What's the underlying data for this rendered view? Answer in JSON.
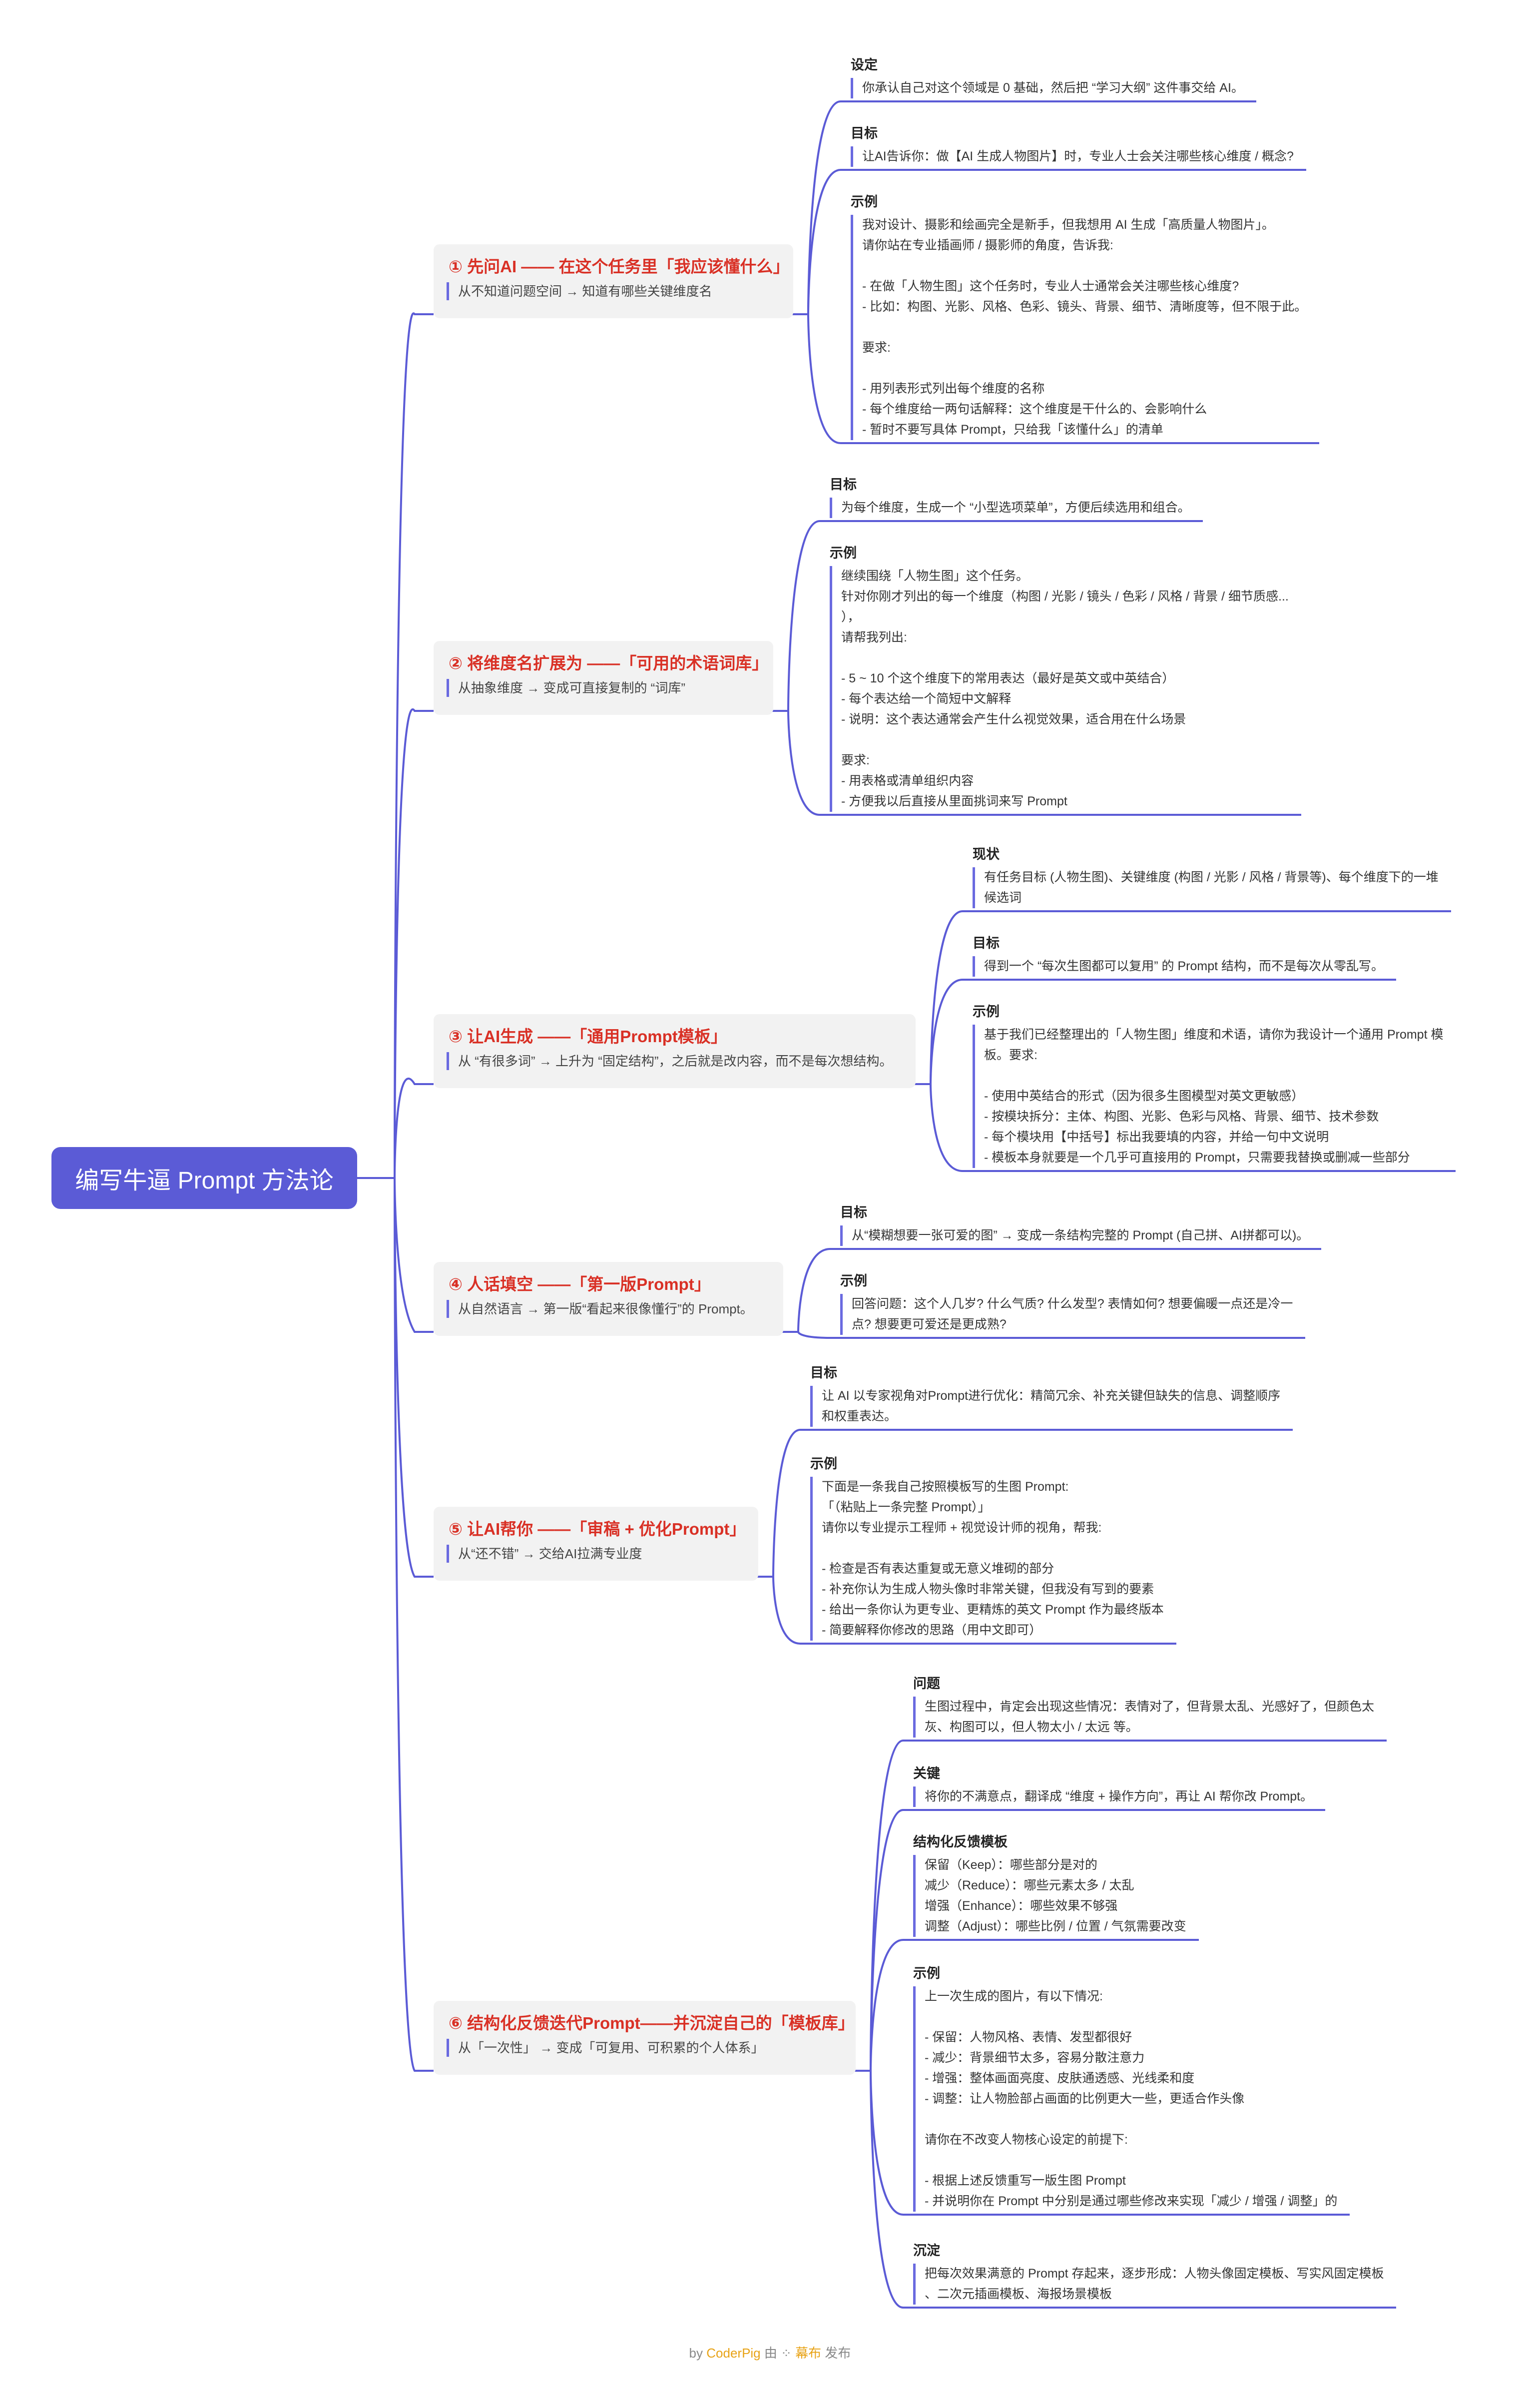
{
  "root": {
    "title": "编写牛逼 Prompt 方法论"
  },
  "branches": [
    {
      "title": "① 先问AI —— 在这个任务里「我应该懂什么」",
      "subtitle": "从不知道问题空间 → 知道有哪些关键维度名",
      "sections": [
        {
          "label": "设定",
          "lines": [
            "你承认自己对这个领域是 0 基础，然后把 “学习大纲” 这件事交给 AI。"
          ]
        },
        {
          "label": "目标",
          "lines": [
            "让AI告诉你：做【AI 生成人物图片】时，专业人士会关注哪些核心维度 / 概念?"
          ]
        },
        {
          "label": "示例",
          "lines": [
            "我对设计、摄影和绘画完全是新手，但我想用 AI 生成「高质量人物图片」。",
            "请你站在专业插画师 / 摄影师的角度，告诉我:",
            "",
            "- 在做「人物生图」这个任务时，专业人士通常会关注哪些核心维度?",
            "- 比如：构图、光影、风格、色彩、镜头、背景、细节、清晰度等，但不限于此。",
            "",
            "要求:",
            "",
            "- 用列表形式列出每个维度的名称",
            "- 每个维度给一两句话解释：这个维度是干什么的、会影响什么",
            "- 暂时不要写具体 Prompt，只给我「该懂什么」的清单"
          ]
        }
      ]
    },
    {
      "title": "② 将维度名扩展为 ——「可用的术语词库」",
      "subtitle": "从抽象维度 → 变成可直接复制的 “词库”",
      "sections": [
        {
          "label": "目标",
          "lines": [
            "为每个维度，生成一个 “小型选项菜单”，方便后续选用和组合。"
          ]
        },
        {
          "label": "示例",
          "lines": [
            "继续围绕「人物生图」这个任务。",
            "针对你刚才列出的每一个维度（构图 / 光影 / 镜头 / 色彩 / 风格 / 背景 / 细节质感...",
            "），",
            "请帮我列出:",
            "",
            "- 5 ~ 10 个这个维度下的常用表达（最好是英文或中英结合）",
            "- 每个表达给一个简短中文解释",
            "- 说明：这个表达通常会产生什么视觉效果，适合用在什么场景",
            "",
            "要求:",
            "- 用表格或清单组织内容",
            "- 方便我以后直接从里面挑词来写 Prompt"
          ]
        }
      ]
    },
    {
      "title": "③ 让AI生成 ——「通用Prompt模板」",
      "subtitle": "从 “有很多词” → 上升为 “固定结构”，之后就是改内容，而不是每次想结构。",
      "sections": [
        {
          "label": "现状",
          "lines": [
            "有任务目标 (人物生图)、关键维度 (构图 / 光影 / 风格 / 背景等)、每个维度下的一堆",
            "候选词"
          ]
        },
        {
          "label": "目标",
          "lines": [
            "得到一个 “每次生图都可以复用” 的 Prompt 结构，而不是每次从零乱写。"
          ]
        },
        {
          "label": "示例",
          "lines": [
            "基于我们已经整理出的「人物生图」维度和术语，请你为我设计一个通用 Prompt 模",
            "板。要求:",
            "",
            "- 使用中英结合的形式（因为很多生图模型对英文更敏感）",
            "- 按模块拆分：主体、构图、光影、色彩与风格、背景、细节、技术参数",
            "- 每个模块用【中括号】标出我要填的内容，并给一句中文说明",
            "- 模板本身就要是一个几乎可直接用的 Prompt，只需要我替换或删减一些部分"
          ]
        }
      ]
    },
    {
      "title": "④ 人话填空 ——「第一版Prompt」",
      "subtitle": "从自然语言 → 第一版“看起来很像懂行”的 Prompt。",
      "sections": [
        {
          "label": "目标",
          "lines": [
            "从“模糊想要一张可爱的图” → 变成一条结构完整的 Prompt (自己拼、AI拼都可以)。"
          ]
        },
        {
          "label": "示例",
          "lines": [
            "回答问题：这个人几岁? 什么气质? 什么发型? 表情如何? 想要偏暖一点还是冷一",
            "点? 想要更可爱还是更成熟?"
          ]
        }
      ]
    },
    {
      "title": "⑤ 让AI帮你 ——「审稿 + 优化Prompt」",
      "subtitle": "从“还不错” → 交给AI拉满专业度",
      "sections": [
        {
          "label": "目标",
          "lines": [
            "让 AI 以专家视角对Prompt进行优化：精简冗余、补充关键但缺失的信息、调整顺序",
            "和权重表达。"
          ]
        },
        {
          "label": "示例",
          "lines": [
            "下面是一条我自己按照模板写的生图 Prompt:",
            "「（粘贴上一条完整 Prompt）」",
            "请你以专业提示工程师 + 视觉设计师的视角，帮我:",
            "",
            "- 检查是否有表达重复或无意义堆砌的部分",
            "- 补充你认为生成人物头像时非常关键，但我没有写到的要素",
            "- 给出一条你认为更专业、更精炼的英文 Prompt 作为最终版本",
            "- 简要解释你修改的思路（用中文即可）"
          ]
        }
      ]
    },
    {
      "title": "⑥ 结构化反馈迭代Prompt——并沉淀自己的「模板库」",
      "subtitle": "从「一次性」 → 变成「可复用、可积累的个人体系」",
      "sections": [
        {
          "label": "问题",
          "lines": [
            "生图过程中，肯定会出现这些情况：表情对了，但背景太乱、光感好了，但颜色太",
            "灰、构图可以，但人物太小 / 太远 等。"
          ]
        },
        {
          "label": "关键",
          "lines": [
            "将你的不满意点，翻译成 “维度 + 操作方向”，再让 AI 帮你改 Prompt。"
          ]
        },
        {
          "label": "结构化反馈模板",
          "lines": [
            "保留（Keep）：哪些部分是对的",
            "减少（Reduce）：哪些元素太多 / 太乱",
            "增强（Enhance）：哪些效果不够强",
            "调整（Adjust）：哪些比例 / 位置 / 气氛需要改变"
          ]
        },
        {
          "label": "示例",
          "lines": [
            "上一次生成的图片，有以下情况:",
            "",
            "- 保留：人物风格、表情、发型都很好",
            "- 减少：背景细节太多，容易分散注意力",
            "- 增强：整体画面亮度、皮肤通透感、光线柔和度",
            "- 调整：让人物脸部占画面的比例更大一些，更适合作头像",
            "",
            "请你在不改变人物核心设定的前提下:",
            "",
            "- 根据上述反馈重写一版生图 Prompt",
            "- 并说明你在 Prompt 中分别是通过哪些修改来实现「减少 / 增强 / 调整」的"
          ]
        },
        {
          "label": "沉淀",
          "lines": [
            "把每次效果满意的 Prompt 存起来，逐步形成：人物头像固定模板、写实风固定模板",
            "、二次元插画模板、海报场景模板"
          ]
        }
      ]
    }
  ],
  "footer": {
    "by": "by",
    "author": "CoderPig",
    "via": "由",
    "logo": "⁘",
    "platform": "幕布",
    "publish": "发布"
  },
  "colors": {
    "root_bg": "#5b5bd6",
    "line": "#5b5bd6",
    "branch_title": "#d93025",
    "branch_bg": "#f2f2f2"
  }
}
